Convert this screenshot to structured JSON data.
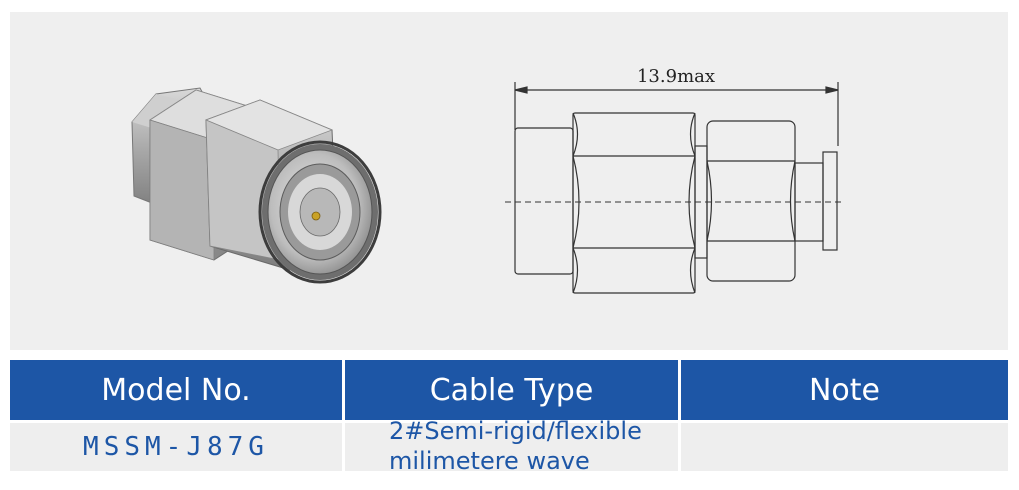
{
  "drawing": {
    "dimension_label": "13.9max"
  },
  "table": {
    "headers": [
      "Model No.",
      "Cable Type",
      "Note"
    ],
    "rows": [
      {
        "model": "MSSM-J87G",
        "cable_type": "2#Semi-rigid/flexible\nmilimetere wave",
        "note": ""
      }
    ]
  },
  "colors": {
    "header_bg": "#1d56a6",
    "header_text": "#ffffff",
    "body_text": "#1d56a6",
    "panel_bg": "#efefef"
  }
}
